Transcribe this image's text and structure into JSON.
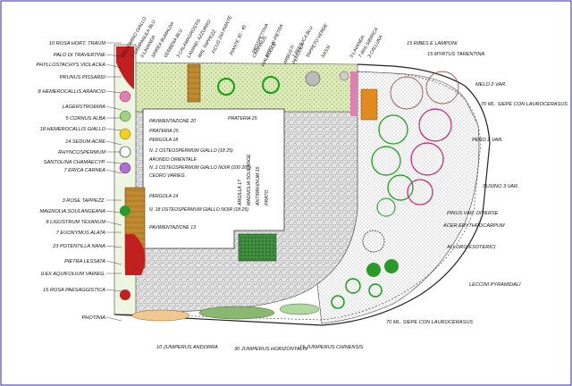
{
  "colors": {
    "background": "#ffffff",
    "frame": "#2a2aa0",
    "boundary": "#222222",
    "gravel": "#d9d9d9",
    "lawn": "#c8dca0",
    "wood": "#b8862b",
    "red_bed": "#c02020",
    "green_tree": "#10a010",
    "pink_tree": "#d02070",
    "dark_green": "#2a7a2a",
    "leader": "#222222"
  },
  "labels": {
    "left": [
      "10 ROSA HORT. TRAUM",
      "PALO DI TRAVERTINE",
      "PHYLLOSTACHYS VIOLACEA",
      "PRUNUS PISSARDI",
      "8 HEMEROCALLIS ARANCIO",
      "LAGERSTROEMIA",
      "5 CORNUS ALBA",
      "18 HEMEROCALLIS GIALLO",
      "14 SEDUM ACRE",
      "RHYNCOSPERMUM",
      "SANTOLINA CHAMAECYP.",
      "7 ERICA CARNEA",
      "3 ROSE TAPPEZZ.",
      "MAGNOLIA SOULANGEANA",
      "8 LIGUSTRUM TEXANUM",
      "7 EUONYMUS ALATA",
      "23 POTENTILLA NANA",
      "PIETRA LESSATA",
      "ILEX AQUIFOLIUM VARIEG.",
      "15 ROSA PAESAGGISTICA",
      "PHOTINIA"
    ],
    "top": [
      "GELSOMINO GIALLO",
      "7 CAMPANULA BLU",
      "9 LAVANDA",
      "SPIREA BUMALDA",
      "VERBENA BLU",
      "3 CALAMAGROSTIS",
      "LAVAND. AZZURRO",
      "MAL TAPPEZZ.",
      "CARPINUS",
      "ROCCE",
      "7 FESTUCA BLU",
      "TAPPETO VERDE",
      "SASSI",
      "9 LAVANDA",
      "7 IRIS SIBIRICA",
      "3 CALLUNA"
    ],
    "right": [
      "15 RIBES E LAMPONI",
      "15 MYRTUS TARENTINA",
      "MELO 2 VAR.",
      "70 ML. SIEPE CON LAUROCERASUS",
      "PERO 2 VAR.",
      "SUSINO 3 VAR.",
      "PINUS VAR. DIVERSE",
      "ACER ERYTHROCARPUM",
      "ALLORO ESOTERICI",
      "LECCINI PYRAMIDALI",
      "70 ML. SIEPE CON LAUROCERASUS"
    ],
    "bottom": [
      "10 JUNIPERUS ANDORRA",
      "30 JUNIPERUS HORIZONTALIS",
      "15 JUNIPERUS CHINENSIS"
    ],
    "bed_list": [
      "PAVIMENTAZIONE 20",
      "PRATERIA 25",
      "PERGOLA 18",
      "N. 2 OSTEOSPERMUM GIALLO (18 25)",
      "ARUNDO ORIENTALE",
      "N. 2 OSTEOSPERMUM GIALLO NOIR (100 200)",
      "CEDRO VARIEG.",
      "PERGOLA 14",
      "N. 18 OSTEOSPERMUM GIALLO NOIR (18 25)",
      "PAVIMENTAZIONE 13"
    ],
    "center": [
      "PRATERIA 25",
      "FICUS 250 PIANTE",
      "PIANTE 30 - 40",
      "PROSPETTIVA",
      "VIALETTO IN PIETRA",
      "ARBUSTI",
      "PERGOLA",
      "ARGILLA 17",
      "MAGNOLIA SOULANGE",
      "ANTIRRHINUM 15",
      "PRATO"
    ]
  }
}
